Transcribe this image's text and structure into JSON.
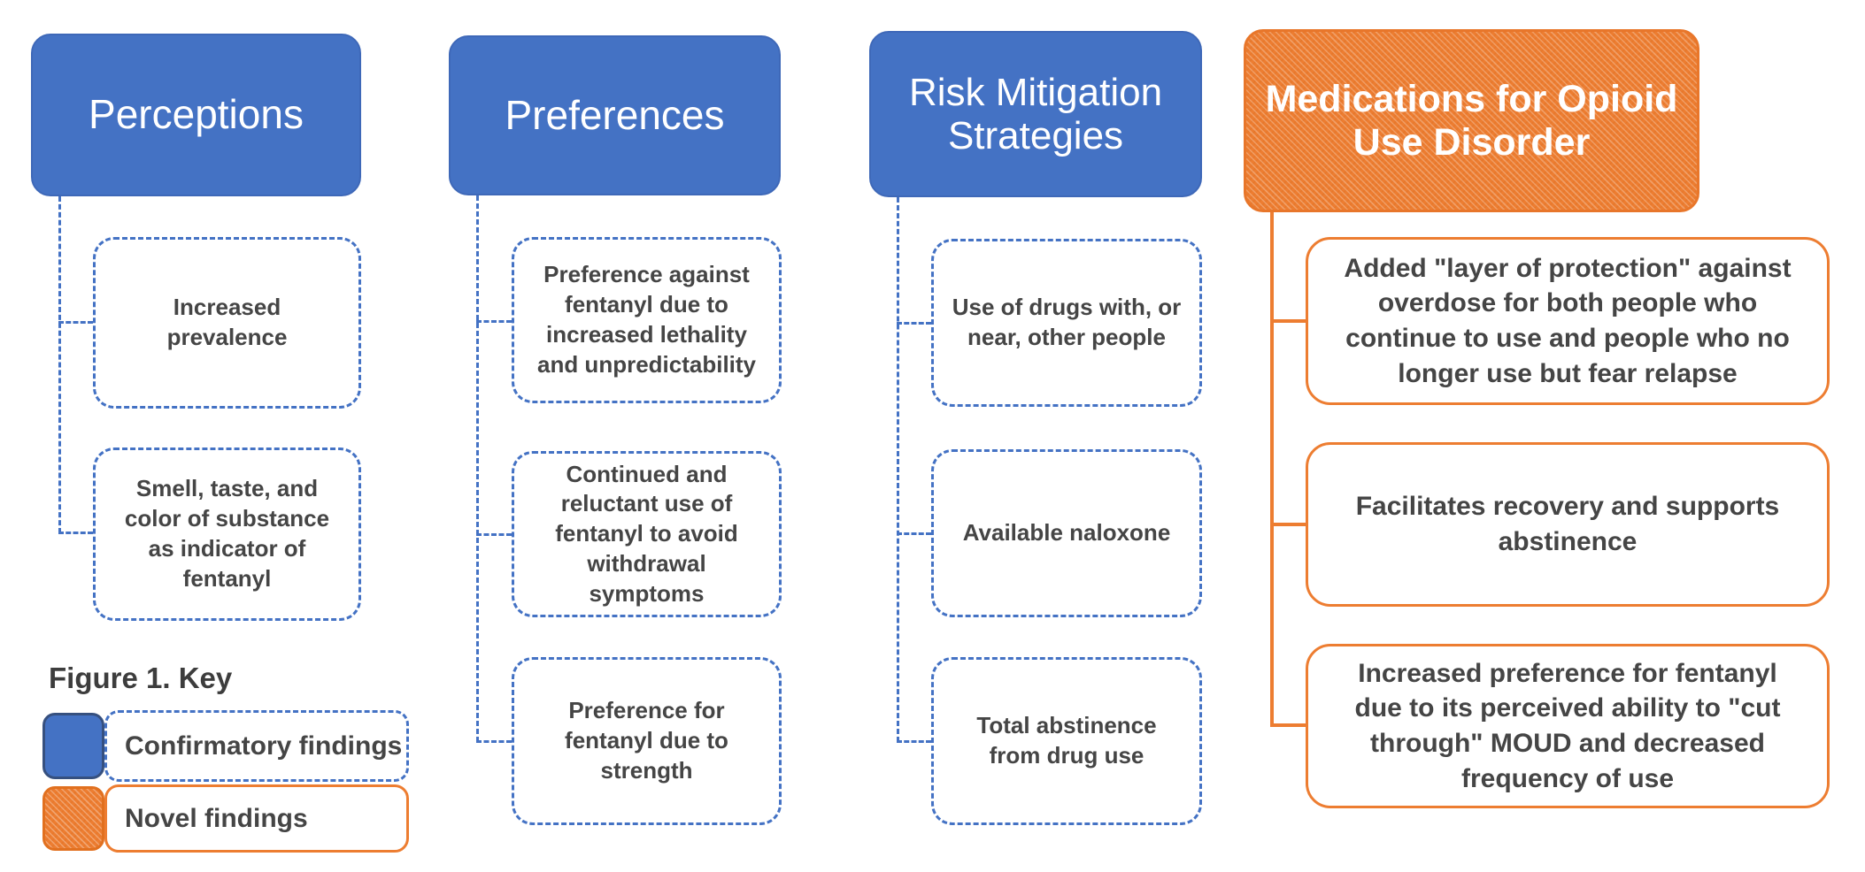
{
  "figure": {
    "key": {
      "title": "Figure 1. Key",
      "items": [
        {
          "type": "confirmatory",
          "label": "Confirmatory findings"
        },
        {
          "type": "novel",
          "label": "Novel findings"
        }
      ]
    },
    "columns": [
      {
        "id": "perceptions",
        "style": "confirmatory",
        "title": "Perceptions",
        "items": [
          "Increased prevalence",
          "Smell, taste, and color of substance as indicator of fentanyl"
        ]
      },
      {
        "id": "preferences",
        "style": "confirmatory",
        "title": "Preferences",
        "items": [
          "Preference against fentanyl due to increased lethality and unpredictability",
          "Continued and reluctant use of fentanyl to avoid withdrawal symptoms",
          "Preference for fentanyl due to strength"
        ]
      },
      {
        "id": "risk-mitigation-strategies",
        "style": "confirmatory",
        "title": "Risk Mitigation Strategies",
        "items": [
          "Use of drugs with, or near, other people",
          "Available naloxone",
          "Total abstinence from drug use"
        ]
      },
      {
        "id": "medications-for-opioid-use-disorder",
        "style": "novel",
        "title": "Medications for Opioid Use Disorder",
        "items": [
          "Added \"layer of protection\" against overdose for both people who continue to use and people who no longer use but fear relapse",
          "Facilitates recovery and supports abstinence",
          "Increased preference for fentanyl due to its perceived ability to \"cut through\" MOUD and decreased frequency of use"
        ]
      }
    ],
    "colors": {
      "confirmatory_blue": "#4472C4",
      "novel_orange": "#ED7D31",
      "body_text": "#454545",
      "header_text": "#FFFFFF",
      "background": "#FFFFFF"
    }
  }
}
